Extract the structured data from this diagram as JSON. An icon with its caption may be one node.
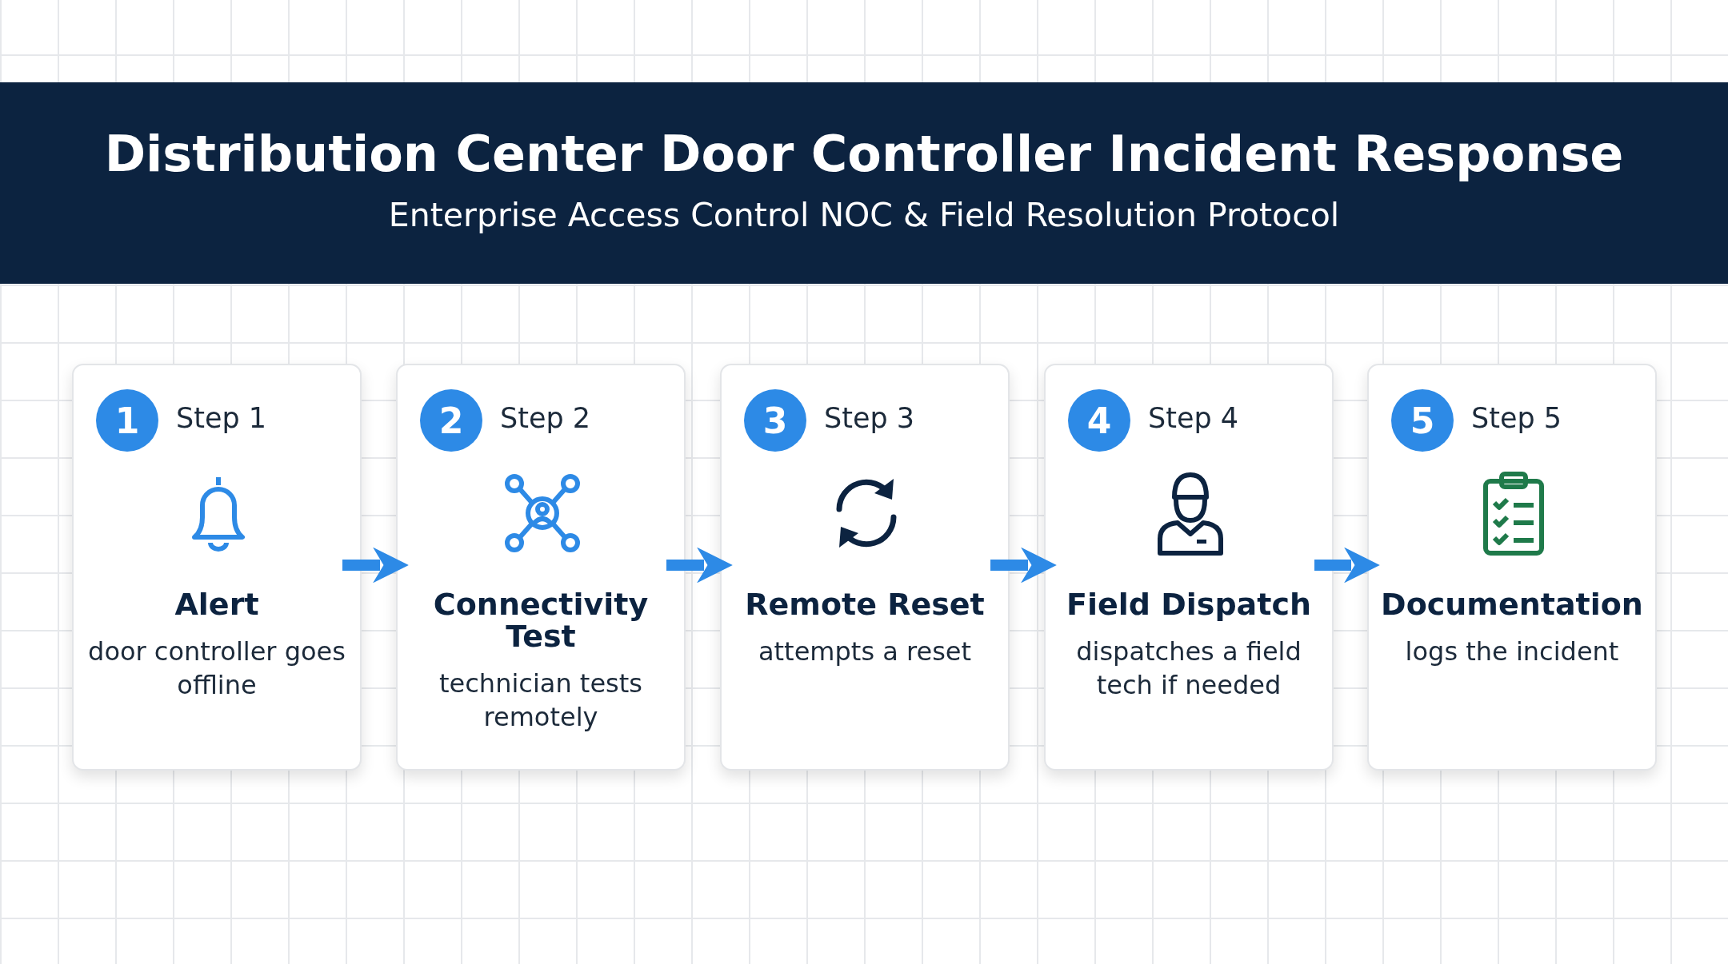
{
  "diagram": {
    "title": "Distribution Center Door Controller Incident Response",
    "caption": "Enterprise Access Control NOC & Field Resolution Protocol",
    "nodes": [
      {
        "text": [
          "1",
          "Step 1",
          "Alert",
          "door controller goes offline"
        ]
      },
      {
        "text": [
          "2",
          "Step 2",
          "Connectivity Test",
          "technician tests remotely"
        ]
      },
      {
        "text": [
          "3",
          "Step 3",
          "Remote Reset",
          "attempts a reset"
        ]
      },
      {
        "text": [
          "4",
          "Step 4",
          "Field Dispatch",
          "dispatches a field tech if needed"
        ]
      },
      {
        "text": [
          "5",
          "Step 5",
          "Documentation",
          "logs the incident"
        ]
      }
    ],
    "edges": [
      {
        "from": 0,
        "to": 1,
        "arrow": "to"
      },
      {
        "from": 1,
        "to": 2,
        "arrow": "to"
      },
      {
        "from": 2,
        "to": 3,
        "arrow": "to"
      },
      {
        "from": 3,
        "to": 4,
        "arrow": "to"
      }
    ]
  }
}
